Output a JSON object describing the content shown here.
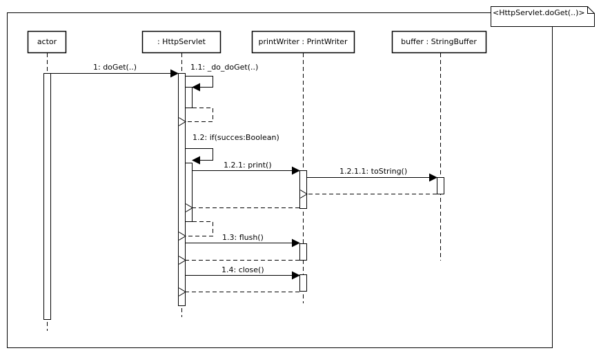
{
  "frame": {
    "label": "<HttpServlet.doGet(..)>"
  },
  "lifelines": [
    {
      "id": "actor",
      "label": "actor"
    },
    {
      "id": "servlet",
      "label": ": HttpServlet"
    },
    {
      "id": "printwriter",
      "label": "printWriter : PrintWriter"
    },
    {
      "id": "buffer",
      "label": "buffer : StringBuffer"
    }
  ],
  "messages": [
    {
      "id": "m1",
      "label": "1: doGet(..)"
    },
    {
      "id": "m1_1",
      "label": "1.1: _do_doGet(..)"
    },
    {
      "id": "m1_2",
      "label": "1.2: if(succes:Boolean)"
    },
    {
      "id": "m1_2_1",
      "label": "1.2.1: print()"
    },
    {
      "id": "m1_2_1_1",
      "label": "1.2.1.1: toString()"
    },
    {
      "id": "m1_3",
      "label": "1.3: flush()"
    },
    {
      "id": "m1_4",
      "label": "1.4: close()"
    }
  ],
  "colors": {
    "line": "#000000",
    "background": "#ffffff"
  }
}
